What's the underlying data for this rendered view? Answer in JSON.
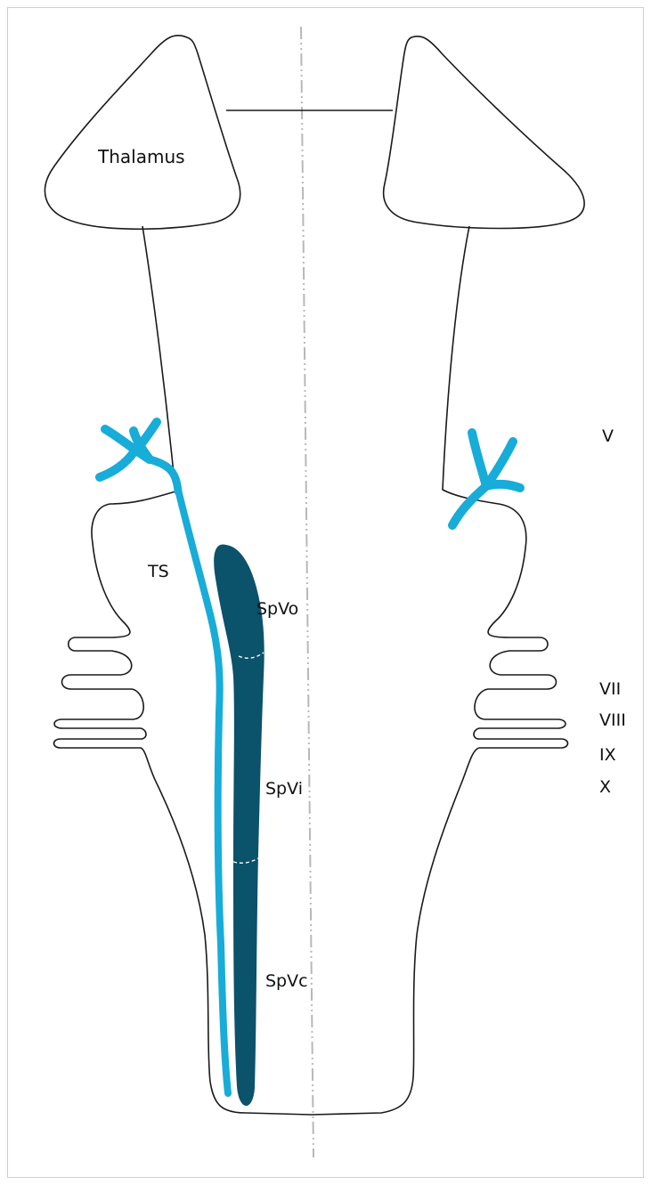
{
  "labels": {
    "thalamus": "Thalamus",
    "ts": "TS",
    "spvo": "SpVo",
    "spvi": "SpVi",
    "spvc": "SpVc"
  },
  "nerves": {
    "v": "V",
    "vii": "VII",
    "viii": "VIII",
    "ix": "IX",
    "x": "X"
  },
  "colors": {
    "outline": "#1a1a1a",
    "trigeminal_tract": "#18acd8",
    "spinal_nucleus": "#0b526b",
    "midline": "#b8b8b8",
    "frame": "#cfcfcf"
  }
}
